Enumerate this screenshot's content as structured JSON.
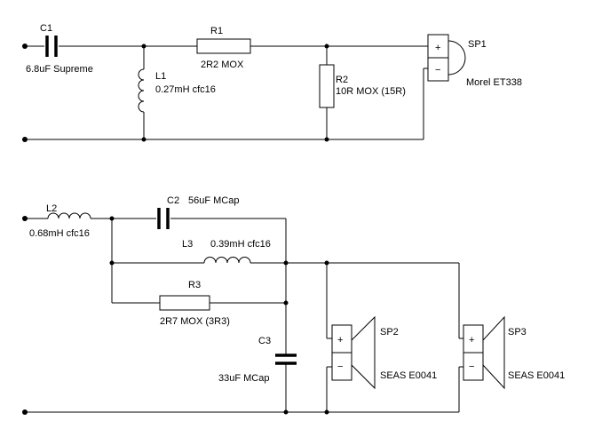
{
  "tweeter_network": {
    "c1": {
      "ref": "C1",
      "value": "6.8uF Supreme"
    },
    "l1": {
      "ref": "L1",
      "value": "0.27mH cfc16"
    },
    "r1": {
      "ref": "R1",
      "value": "2R2 MOX"
    },
    "r2": {
      "ref": "R2",
      "value": "10R MOX (15R)"
    },
    "sp1": {
      "ref": "SP1",
      "value": "Morel  ET338"
    }
  },
  "woofer_network": {
    "l2": {
      "ref": "L2",
      "value": "0.68mH cfc16"
    },
    "c2": {
      "ref": "C2",
      "value": "56uF MCap"
    },
    "l3": {
      "ref": "L3",
      "value": "0.39mH cfc16"
    },
    "r3": {
      "ref": "R3",
      "value": "2R7 MOX (3R3)"
    },
    "c3": {
      "ref": "C3",
      "value": "33uF MCap"
    },
    "sp2": {
      "ref": "SP2",
      "value": "SEAS E0041"
    },
    "sp3": {
      "ref": "SP3",
      "value": "SEAS E0041"
    }
  },
  "symbols": {
    "plus": "+",
    "minus": "−"
  }
}
